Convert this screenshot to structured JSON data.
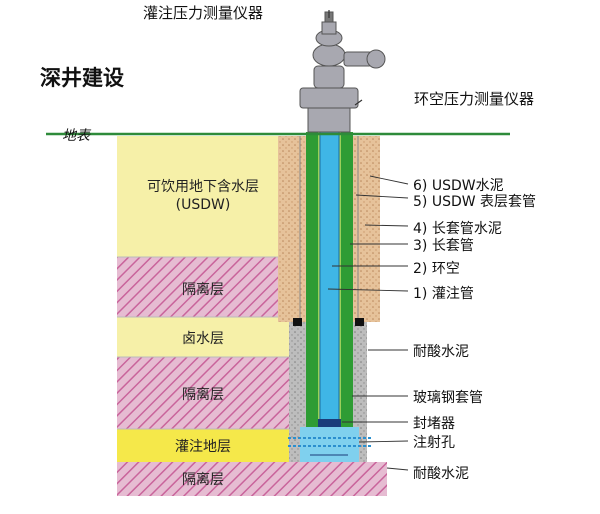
{
  "title": "深井建设",
  "top_instrument": "灌注压力测量仪器",
  "annulus_instrument": "环空压力测量仪器",
  "surface_label": "地表",
  "layers": {
    "usdw": "可饮用地下含水层\n(USDW)",
    "confining_1": "隔离层",
    "brine": "卤水层",
    "confining_2": "隔离层",
    "injection_zone": "灌注地层",
    "confining_3": "隔离层"
  },
  "callouts": [
    "6) USDW水泥",
    "5) USDW 表层套管",
    "4) 长套管水泥",
    "3) 长套管",
    "2) 环空",
    "1) 灌注管",
    "耐酸水泥",
    "玻璃钢套管",
    "封堵器",
    "注射孔",
    "耐酸水泥"
  ],
  "colors": {
    "usdw": "#f6f0a8",
    "confining": "#e3b8cf",
    "confining_hatch": "#c8689e",
    "brine": "#f6f0a8",
    "injection": "#f5e84a",
    "surface_line": "#2e8b3a",
    "sandy_cement": "#e8c39a",
    "grey_cement": "#b7b7b7",
    "green_casing": "#2f9e2f",
    "blue_tubing": "#3fb6e6"
  }
}
